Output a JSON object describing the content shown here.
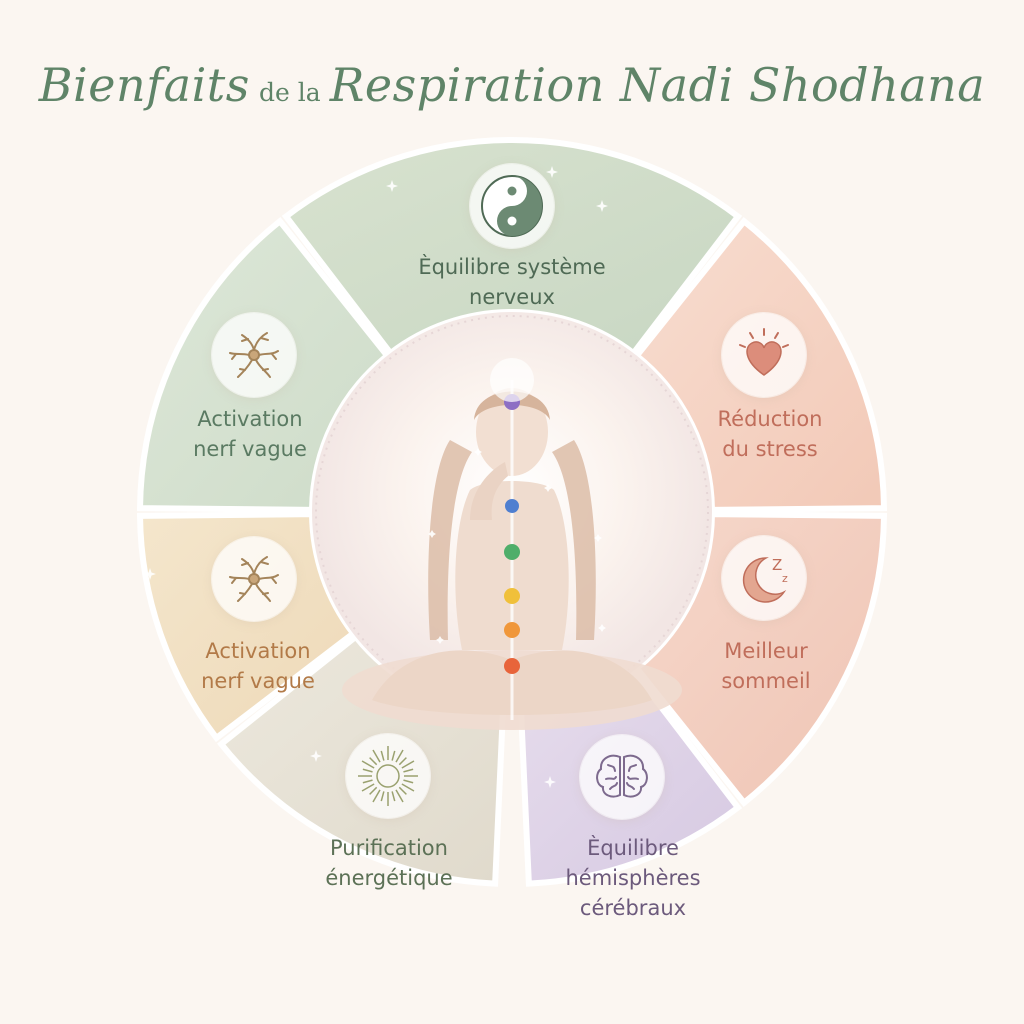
{
  "title": {
    "part1": "Bienfaits",
    "part2": "de la",
    "part3": "Respiration Nadi Shodhana",
    "color": "#5f8468"
  },
  "segments": [
    {
      "id": "nervous",
      "lines": [
        "Èquilibre système",
        "nerveux"
      ],
      "icon": "yin-yang-icon",
      "color": "#cfdcc8",
      "text_color": "#4f6a55"
    },
    {
      "id": "stress",
      "lines": [
        "Réduction",
        "du stress"
      ],
      "icon": "heart-icon",
      "color": "#f5d3c3",
      "text_color": "#c06e5b"
    },
    {
      "id": "sleep",
      "lines": [
        "Meilleur",
        "sommeil"
      ],
      "icon": "moon-icon",
      "color": "#f3cfc0",
      "text_color": "#c06e5b"
    },
    {
      "id": "brain",
      "lines": [
        "Èquilibre",
        "hémisphères",
        "cérébraux"
      ],
      "icon": "brain-icon",
      "color": "#ddd1e6",
      "text_color": "#6c5a7c"
    },
    {
      "id": "purif",
      "lines": [
        "Purification",
        "énergétique"
      ],
      "icon": "sun-icon",
      "color": "#e6e2d5",
      "text_color": "#5c7156"
    },
    {
      "id": "vagus2",
      "lines": [
        "Activation",
        "nerf vague"
      ],
      "icon": "neuron-icon",
      "color": "#f2e2c6",
      "text_color": "#b27a48"
    },
    {
      "id": "vagus1",
      "lines": [
        "Activation",
        "nerf vague"
      ],
      "icon": "neuron-icon",
      "color": "#d6e2d2",
      "text_color": "#5a7a62"
    }
  ]
}
